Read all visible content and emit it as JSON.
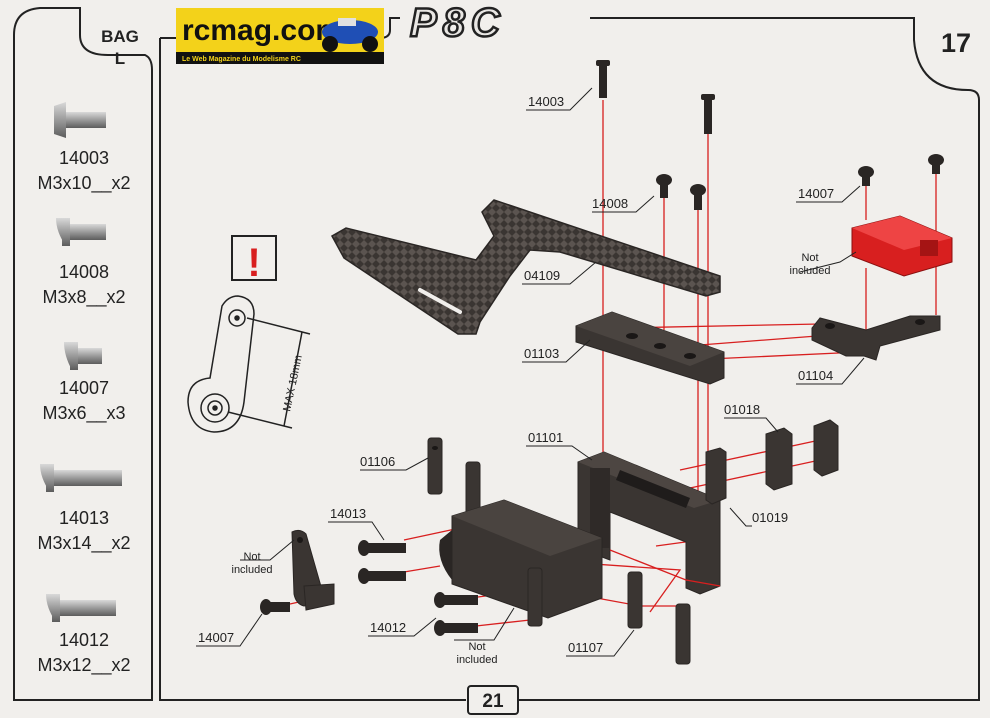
{
  "logo": {
    "name": "rcmag.com",
    "tagline": "Le Web Magazine du Modelisme RC"
  },
  "model_name": "P8C",
  "bag": {
    "label": "BAG",
    "letter": "L"
  },
  "step_number": "17",
  "page_number": "21",
  "hardware": [
    {
      "code": "14003",
      "size": "M3x10__x2"
    },
    {
      "code": "14008",
      "size": "M3x8__x2"
    },
    {
      "code": "14007",
      "size": "M3x6__x3"
    },
    {
      "code": "14013",
      "size": "M3x14__x2"
    },
    {
      "code": "14012",
      "size": "M3x12__x2"
    }
  ],
  "part_labels": {
    "p14003": "14003",
    "p14008": "14008",
    "p14007_top": "14007",
    "p04109": "04109",
    "p01103": "01103",
    "p01104": "01104",
    "p01018": "01018",
    "p01101": "01101",
    "p01106": "01106",
    "p01019": "01019",
    "p14013": "14013",
    "p14012": "14012",
    "p14007_bot": "14007",
    "p01107": "01107"
  },
  "notes": {
    "not_included_line1": "Not",
    "not_included_line2": "included"
  },
  "warning": {
    "symbol": "!",
    "max_text": "MAX 18mm"
  },
  "colors": {
    "accent_red": "#d81f1f",
    "part_dark": "#3a3532",
    "background": "#f1efec",
    "frame": "#222222",
    "logo_yellow": "#f3d21a"
  }
}
